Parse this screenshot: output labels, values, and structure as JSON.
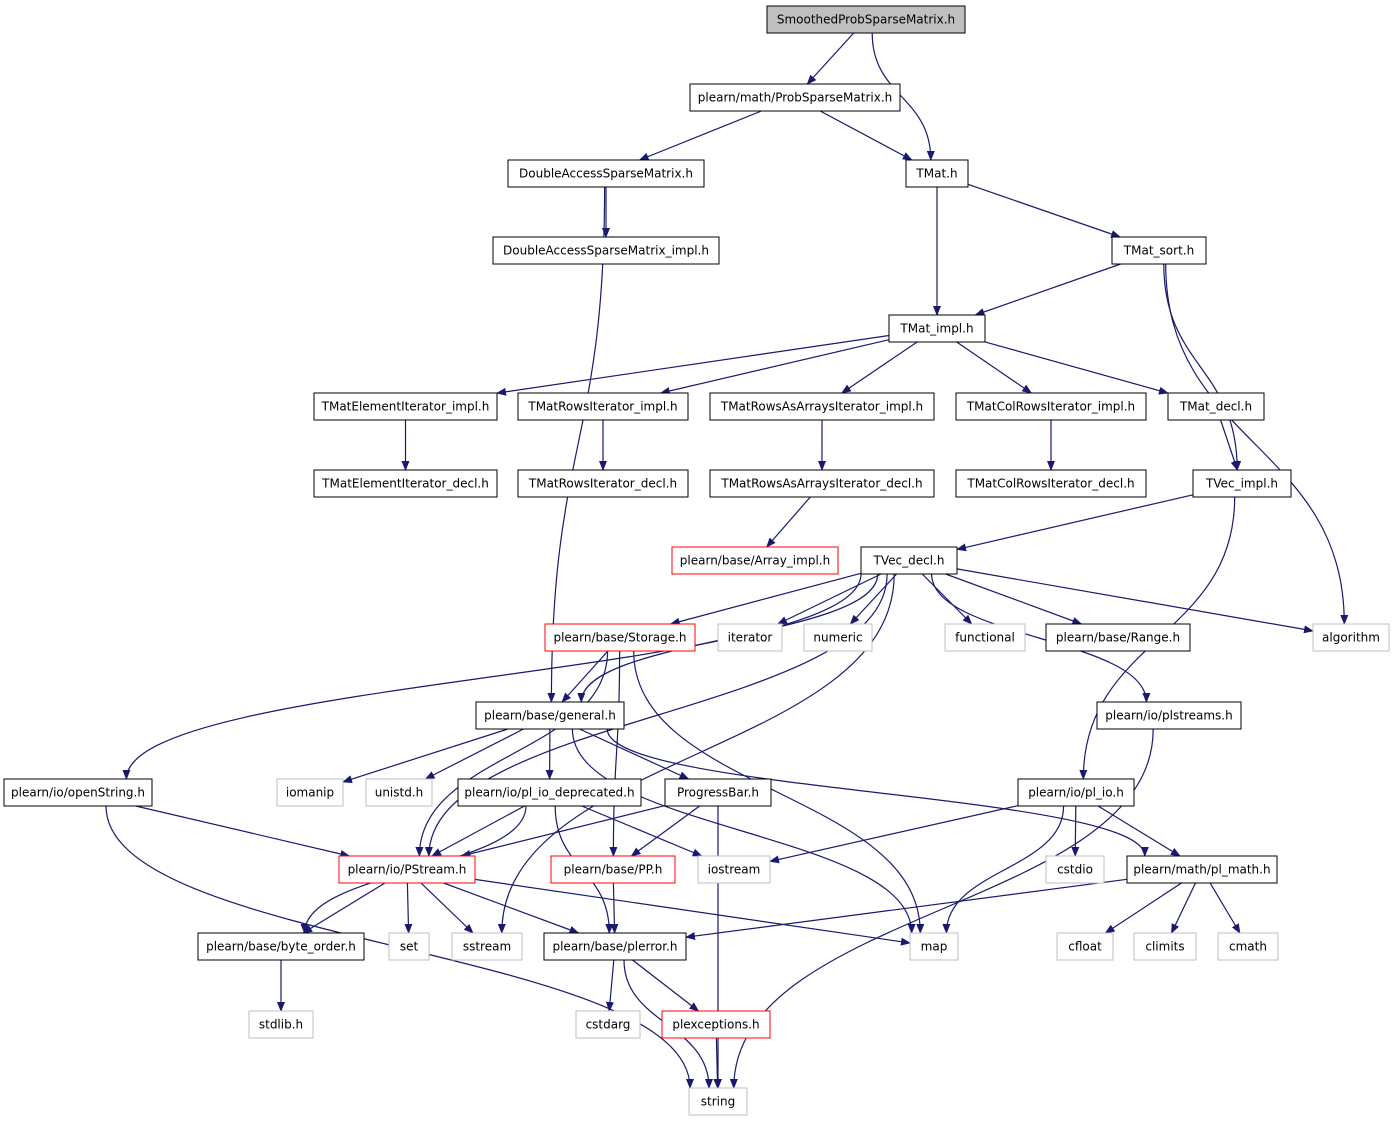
{
  "diagram": {
    "colors": {
      "edge": "#191970",
      "root_fill": "#bfbfbf",
      "border_normal": "#000000",
      "border_truncated": "#ff0000",
      "border_system": "#bfbfbf"
    },
    "nodes": {
      "smoothed": "SmoothedProbSparseMatrix.h",
      "probsparse": "plearn/math/ProbSparseMatrix.h",
      "dasm": "DoubleAccessSparseMatrix.h",
      "tmat": "TMat.h",
      "dasm_impl": "DoubleAccessSparseMatrix_impl.h",
      "tmat_sort": "TMat_sort.h",
      "tmat_impl": "TMat_impl.h",
      "tmei_impl": "TMatElementIterator_impl.h",
      "tmri_impl": "TMatRowsIterator_impl.h",
      "tmraai_impl": "TMatRowsAsArraysIterator_impl.h",
      "tmcri_impl": "TMatColRowsIterator_impl.h",
      "tmat_decl": "TMat_decl.h",
      "tmei_decl": "TMatElementIterator_decl.h",
      "tmri_decl": "TMatRowsIterator_decl.h",
      "tmraai_decl": "TMatRowsAsArraysIterator_decl.h",
      "tmcri_decl": "TMatColRowsIterator_decl.h",
      "tvec_impl": "TVec_impl.h",
      "array_impl": "plearn/base/Array_impl.h",
      "tvec_decl": "TVec_decl.h",
      "storage": "plearn/base/Storage.h",
      "iterator": "iterator",
      "numeric": "numeric",
      "functional": "functional",
      "range": "plearn/base/Range.h",
      "algorithm": "algorithm",
      "general": "plearn/base/general.h",
      "plstreams": "plearn/io/plstreams.h",
      "openstring": "plearn/io/openString.h",
      "iomanip": "iomanip",
      "unistd": "unistd.h",
      "pl_io_dep": "plearn/io/pl_io_deprecated.h",
      "progressbar": "ProgressBar.h",
      "pl_io": "plearn/io/pl_io.h",
      "pstream": "plearn/io/PStream.h",
      "pp": "plearn/base/PP.h",
      "iostream": "iostream",
      "cstdio": "cstdio",
      "pl_math": "plearn/math/pl_math.h",
      "byte_order": "plearn/base/byte_order.h",
      "set": "set",
      "sstream": "sstream",
      "plerror": "plearn/base/plerror.h",
      "map": "map",
      "cfloat": "cfloat",
      "climits": "climits",
      "cmath": "cmath",
      "stdlib": "stdlib.h",
      "cstdarg": "cstdarg",
      "plexceptions": "plexceptions.h",
      "string": "string"
    },
    "edges": [
      [
        "smoothed",
        "probsparse"
      ],
      [
        "smoothed",
        "tmat"
      ],
      [
        "probsparse",
        "dasm"
      ],
      [
        "probsparse",
        "tmat"
      ],
      [
        "dasm",
        "dasm_impl"
      ],
      [
        "dasm",
        "general"
      ],
      [
        "tmat",
        "tmat_sort"
      ],
      [
        "tmat",
        "tmat_impl"
      ],
      [
        "tmat_sort",
        "tmat_impl"
      ],
      [
        "tmat_sort",
        "tvec_impl"
      ],
      [
        "tmat_sort",
        "algorithm"
      ],
      [
        "tmat_impl",
        "tmei_impl"
      ],
      [
        "tmat_impl",
        "tmri_impl"
      ],
      [
        "tmat_impl",
        "tmraai_impl"
      ],
      [
        "tmat_impl",
        "tmcri_impl"
      ],
      [
        "tmat_impl",
        "tmat_decl"
      ],
      [
        "tmei_impl",
        "tmei_decl"
      ],
      [
        "tmri_impl",
        "tmri_decl"
      ],
      [
        "tmraai_impl",
        "tmraai_decl"
      ],
      [
        "tmcri_impl",
        "tmcri_decl"
      ],
      [
        "tmat_decl",
        "tvec_impl"
      ],
      [
        "tmraai_decl",
        "array_impl"
      ],
      [
        "tvec_impl",
        "tvec_decl"
      ],
      [
        "tvec_impl",
        "pl_io"
      ],
      [
        "tvec_decl",
        "storage"
      ],
      [
        "tvec_decl",
        "iterator"
      ],
      [
        "tvec_decl",
        "numeric"
      ],
      [
        "tvec_decl",
        "functional"
      ],
      [
        "tvec_decl",
        "range"
      ],
      [
        "tvec_decl",
        "algorithm"
      ],
      [
        "tvec_decl",
        "general"
      ],
      [
        "tvec_decl",
        "plstreams"
      ],
      [
        "tvec_decl",
        "openstring"
      ],
      [
        "tvec_decl",
        "pstream"
      ],
      [
        "tvec_decl",
        "sstream"
      ],
      [
        "storage",
        "general"
      ],
      [
        "storage",
        "pstream"
      ],
      [
        "storage",
        "pp"
      ],
      [
        "storage",
        "map"
      ],
      [
        "general",
        "iomanip"
      ],
      [
        "general",
        "unistd"
      ],
      [
        "general",
        "pl_io_dep"
      ],
      [
        "general",
        "progressbar"
      ],
      [
        "general",
        "map"
      ],
      [
        "general",
        "pl_math"
      ],
      [
        "plstreams",
        "string"
      ],
      [
        "openstring",
        "pstream"
      ],
      [
        "openstring",
        "string"
      ],
      [
        "pl_io_dep",
        "pstream"
      ],
      [
        "pl_io_dep",
        "byte_order"
      ],
      [
        "pl_io_dep",
        "iostream"
      ],
      [
        "pl_io_dep",
        "plerror"
      ],
      [
        "progressbar",
        "pstream"
      ],
      [
        "progressbar",
        "pp"
      ],
      [
        "progressbar",
        "string"
      ],
      [
        "pl_io",
        "iostream"
      ],
      [
        "pl_io",
        "cstdio"
      ],
      [
        "pl_io",
        "pl_math"
      ],
      [
        "pl_io",
        "map"
      ],
      [
        "pstream",
        "byte_order"
      ],
      [
        "pstream",
        "set"
      ],
      [
        "pstream",
        "sstream"
      ],
      [
        "pstream",
        "plerror"
      ],
      [
        "pstream",
        "map"
      ],
      [
        "pp",
        "plerror"
      ],
      [
        "pl_math",
        "plerror"
      ],
      [
        "pl_math",
        "cfloat"
      ],
      [
        "pl_math",
        "climits"
      ],
      [
        "pl_math",
        "cmath"
      ],
      [
        "byte_order",
        "stdlib"
      ],
      [
        "plerror",
        "cstdarg"
      ],
      [
        "plerror",
        "plexceptions"
      ],
      [
        "plerror",
        "string"
      ],
      [
        "plexceptions",
        "string"
      ]
    ]
  }
}
